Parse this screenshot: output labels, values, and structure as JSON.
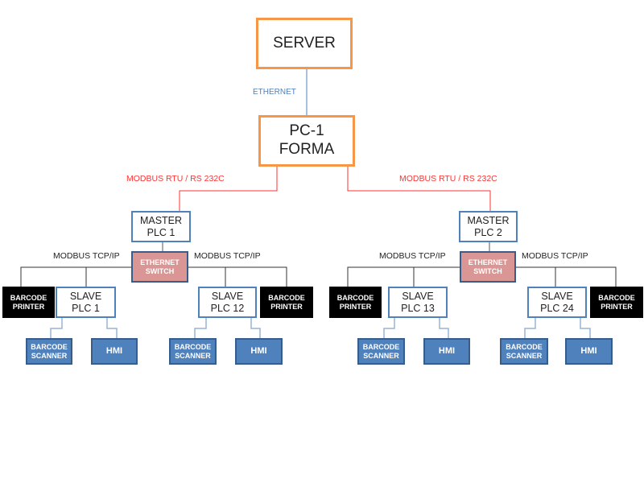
{
  "colors": {
    "orange": "#f79646",
    "blue": "#4f81bd",
    "red": "#ff3333",
    "switch": "#d99694",
    "black": "#000000"
  },
  "server": {
    "label": "SERVER"
  },
  "link_server_pc": "ETHERNET",
  "pc": {
    "line1": "PC-1",
    "line2": "FORMA"
  },
  "link_rtu_left": "MODBUS RTU / RS 232C",
  "link_rtu_right": "MODBUS RTU / RS 232C",
  "groups": [
    {
      "master": {
        "line1": "MASTER",
        "line2": "PLC 1"
      },
      "switch": {
        "line1": "ETHERNET",
        "line2": "SWITCH"
      },
      "tcp_left": "MODBUS TCP/IP",
      "tcp_right": "MODBUS TCP/IP",
      "printer_left": {
        "line1": "BARCODE",
        "line2": "PRINTER"
      },
      "slave_left": {
        "line1": "SLAVE",
        "line2": "PLC 1"
      },
      "slave_right": {
        "line1": "SLAVE",
        "line2": "PLC 12"
      },
      "printer_right": {
        "line1": "BARCODE",
        "line2": "PRINTER"
      },
      "scanner_left": {
        "line1": "BARCODE",
        "line2": "SCANNER"
      },
      "hmi_left": "HMI",
      "scanner_right": {
        "line1": "BARCODE",
        "line2": "SCANNER"
      },
      "hmi_right": "HMI"
    },
    {
      "master": {
        "line1": "MASTER",
        "line2": "PLC 2"
      },
      "switch": {
        "line1": "ETHERNET",
        "line2": "SWITCH"
      },
      "tcp_left": "MODBUS TCP/IP",
      "tcp_right": "MODBUS TCP/IP",
      "printer_left": {
        "line1": "BARCODE",
        "line2": "PRINTER"
      },
      "slave_left": {
        "line1": "SLAVE",
        "line2": "PLC 13"
      },
      "slave_right": {
        "line1": "SLAVE",
        "line2": "PLC 24"
      },
      "printer_right": {
        "line1": "BARCODE",
        "line2": "PRINTER"
      },
      "scanner_left": {
        "line1": "BARCODE",
        "line2": "SCANNER"
      },
      "hmi_left": "HMI",
      "scanner_right": {
        "line1": "BARCODE",
        "line2": "SCANNER"
      },
      "hmi_right": "HMI"
    }
  ]
}
